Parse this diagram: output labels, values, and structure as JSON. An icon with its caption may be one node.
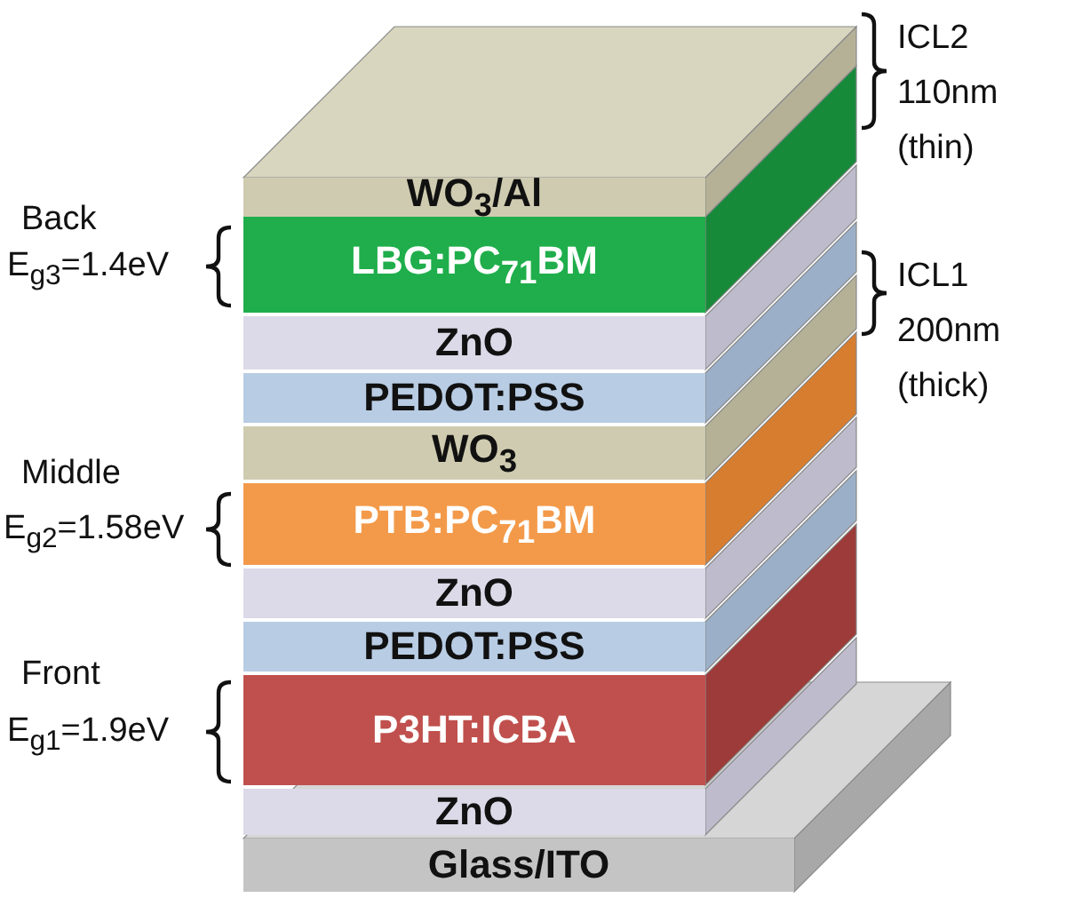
{
  "diagram": {
    "nodes": [
      {
        "text": [
          "WO$_{3}$/Al"
        ]
      },
      {
        "text": [
          "LBG:PC$_{71}$BM"
        ]
      },
      {
        "text": [
          "ZnO"
        ]
      },
      {
        "text": [
          "PEDOT:PSS"
        ]
      },
      {
        "text": [
          "WO$_{3}$"
        ]
      },
      {
        "text": [
          "PTB:PC$_{71}$BM"
        ]
      },
      {
        "text": [
          "ZnO"
        ]
      },
      {
        "text": [
          "PEDOT:PSS"
        ]
      },
      {
        "text": [
          "P3HT:ICBA"
        ]
      },
      {
        "text": [
          "ZnO"
        ]
      },
      {
        "text": [
          "Glass/ITO"
        ]
      }
    ],
    "labels": [
      "Back",
      "E$_{g3}$=1.4eV",
      "ICL2 110nm (thin)",
      "Middle",
      "E$_{g2}$=1.58eV",
      "ICL1 200nm (thick)",
      "Front",
      "E$_{g1}$=1.9eV"
    ]
  }
}
